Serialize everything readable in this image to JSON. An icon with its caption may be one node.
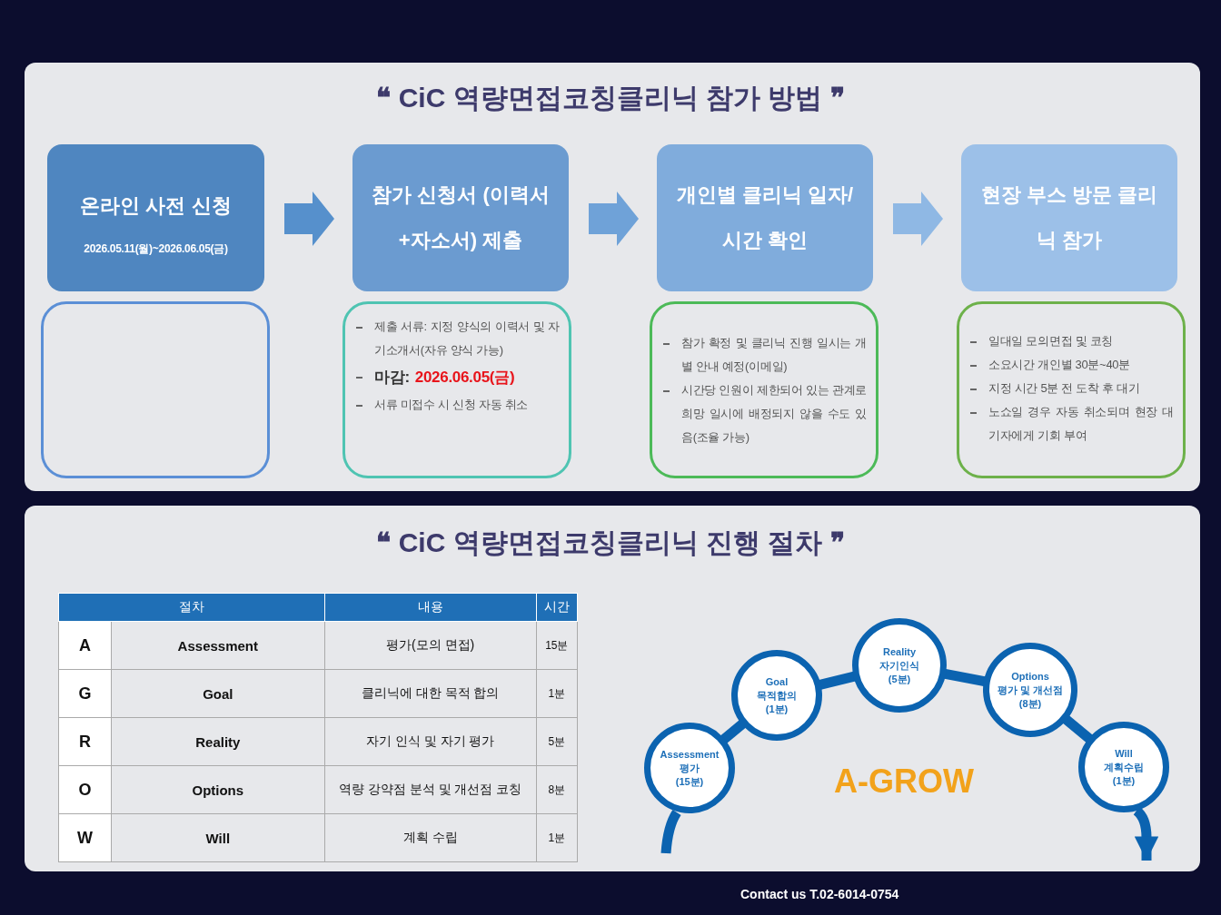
{
  "diagram": {
    "title": "❝ CiC 역량면접코칭클리닉 참가 방법 ❞",
    "nodes": [
      {
        "text": [
          "온라인 사전 신청",
          "2026.05.11(월)~2026.06.05(금)"
        ]
      },
      {
        "text": [
          "참가 신청서 (이력서+자소서) 제출"
        ]
      },
      {
        "text": [
          "개인별 클리닉 일자/시간 확인"
        ]
      },
      {
        "text": [
          "현장 부스 방문 클리닉 참가"
        ]
      },
      {
        "text": [],
        "shape": "box"
      },
      {
        "text": [
          "제출 서류: 지정 양식의 이력서 및 자기소개서(자유 양식 가능)",
          "마감:",
          "2026.06.05(금)",
          "서류 미접수 시 신청 자동 취소"
        ]
      },
      {
        "text": [
          "참가 확정 및 클리닉 진행 일시는 개별 안내 예정(이메일)",
          "시간당 인원이 제한되어 있는 관계로 희망 일시에 배정되지 않을 수도 있음(조율 가능)"
        ]
      },
      {
        "text": [
          "일대일 모의면접 및 코칭",
          "소요시간 개인별 30분~40분",
          "지정 시간 5분 전 도착 후 대기",
          "노쇼일 경우 자동 취소되며 현장 대기자에게 기회 부여"
        ]
      },
      {
        "text": [
          "Assessment",
          "평가",
          "(15분)"
        ]
      },
      {
        "text": [
          "Goal",
          "목적합의",
          "(1분)"
        ]
      },
      {
        "text": [
          "Reality",
          "자기인식",
          "(5분)"
        ]
      },
      {
        "text": [
          "Options",
          "평가 및 개선점",
          "(8분)"
        ]
      },
      {
        "text": [
          "Will",
          "계획수립",
          "(1분)"
        ]
      }
    ],
    "edges": [
      {
        "from": 0,
        "to": 1,
        "arrow": "to"
      },
      {
        "from": 1,
        "to": 2,
        "arrow": "to"
      },
      {
        "from": 2,
        "to": 3,
        "arrow": "to"
      },
      {
        "from": null,
        "to": 8,
        "arrow": "none"
      },
      {
        "from": 8,
        "to": 9,
        "arrow": "none"
      },
      {
        "from": 9,
        "to": 10,
        "arrow": "none"
      },
      {
        "from": 10,
        "to": 11,
        "arrow": "none"
      },
      {
        "from": 11,
        "to": 12,
        "arrow": "none"
      },
      {
        "from": 12,
        "to": null,
        "arrow": "to"
      }
    ],
    "labels": [
      "❝ CiC 역량면접코칭클리닉 진행 절차 ❞",
      "절차",
      "내용",
      "시간",
      "A",
      "Assessment",
      "평가(모의 면접)",
      "15분",
      "G",
      "Goal",
      "클리닉에 대한 목적 합의",
      "1분",
      "R",
      "Reality",
      "자기 인식 및 자기 평가",
      "5분",
      "O",
      "Options",
      "역량 강약점 분석 및 개선점 코칭",
      "8분",
      "W",
      "Will",
      "계획 수립",
      "1분",
      "A-GROW",
      "Contact us T.02-6014-0754"
    ]
  }
}
